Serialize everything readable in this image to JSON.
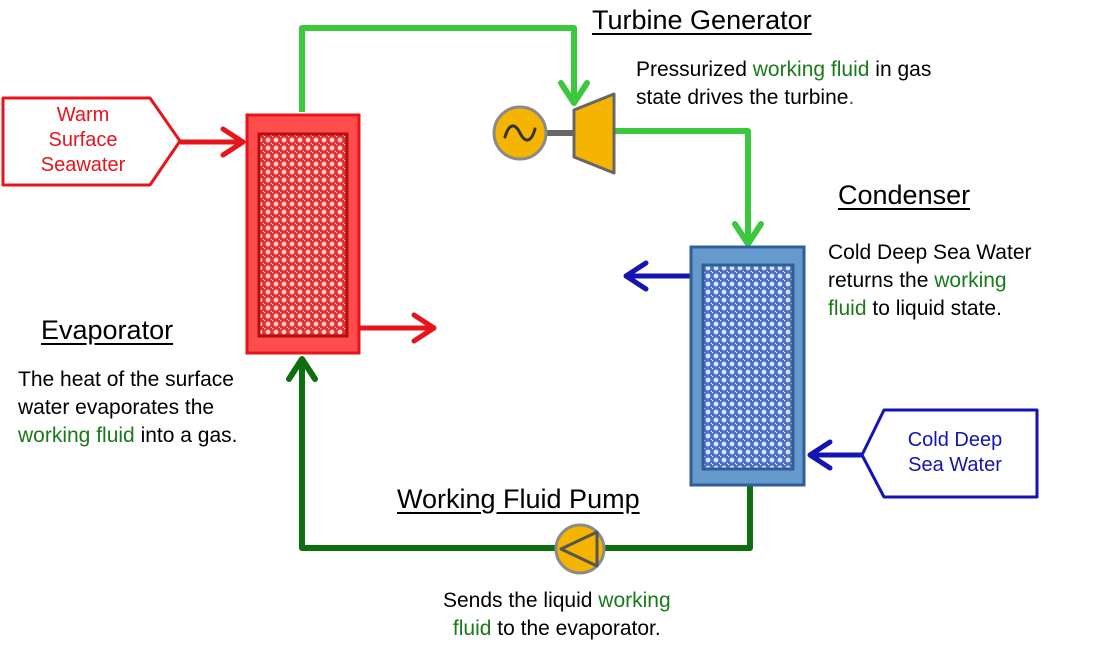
{
  "components": {
    "turbine": {
      "title": "Turbine Generator",
      "desc": [
        {
          "text": "Pressurized ",
          "wf": false
        },
        {
          "text": "working fluid",
          "wf": true
        },
        {
          "text": " in gas",
          "wf": false
        },
        {
          "text": "\n",
          "wf": false
        },
        {
          "text": "state drives the turbine",
          "wf": false
        },
        {
          "text": ".",
          "wf": true
        }
      ]
    },
    "condenser": {
      "title": "Condenser",
      "desc": [
        {
          "text": "Cold Deep Sea Water",
          "wf": false
        },
        {
          "text": "\n",
          "wf": false
        },
        {
          "text": "returns the ",
          "wf": false
        },
        {
          "text": "working",
          "wf": true
        },
        {
          "text": "\n",
          "wf": false
        },
        {
          "text": "fluid",
          "wf": true
        },
        {
          "text": " to liquid state.",
          "wf": false
        }
      ]
    },
    "evaporator": {
      "title": "Evaporator",
      "desc": [
        {
          "text": "The heat of the surface",
          "wf": false
        },
        {
          "text": "\n",
          "wf": false
        },
        {
          "text": "water evaporates the",
          "wf": false
        },
        {
          "text": "\n",
          "wf": false
        },
        {
          "text": "working fluid",
          "wf": true
        },
        {
          "text": " into a gas.",
          "wf": false
        }
      ]
    },
    "pump": {
      "title": "Working Fluid Pump",
      "desc": [
        {
          "text": "Sends the liquid ",
          "wf": false
        },
        {
          "text": "working",
          "wf": true
        },
        {
          "text": "\n",
          "wf": false
        },
        {
          "text": "fluid",
          "wf": true
        },
        {
          "text": " to the evaporator.",
          "wf": false
        }
      ]
    }
  },
  "inputs": {
    "warm": {
      "lines": [
        "Warm",
        "Surface",
        "Seawater"
      ]
    },
    "cold": {
      "lines": [
        "Cold Deep",
        "Sea Water"
      ]
    }
  },
  "colors": {
    "warm": "#e8141c",
    "warm_light": "#ff4d4d",
    "cold": "#1414b4",
    "gas": "#3cc83c",
    "liquid": "#0f6e0f",
    "condenser_fill": "#6699cc",
    "condenser_edge": "#2f5f9a",
    "equipment": "#f5b400",
    "working_fluid_text": "#1a7a1a"
  }
}
